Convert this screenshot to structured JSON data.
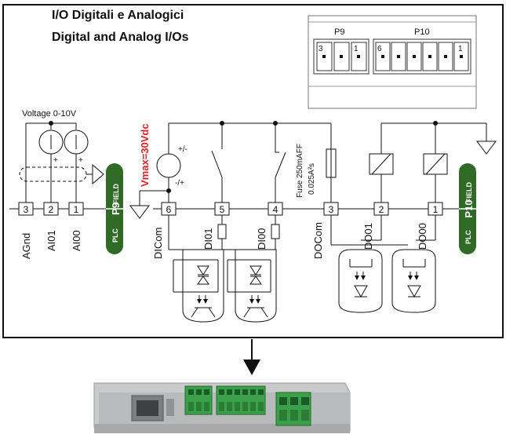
{
  "title": {
    "line1": "I/O  Digitali e Analogici",
    "line2": "Digital and Analog I/Os"
  },
  "connector_top": {
    "p9_label": "P9",
    "p10_label": "P10",
    "p9_pins": [
      "3",
      "",
      "1"
    ],
    "p10_pins": [
      "6",
      "",
      "",
      "",
      "",
      "1"
    ]
  },
  "analog": {
    "voltage_label": "Voltage 0-10V",
    "plus1": "+",
    "plus2": "+",
    "pins": [
      {
        "number": "3",
        "signal": "AGnd"
      },
      {
        "number": "2",
        "signal": "AI01"
      },
      {
        "number": "1",
        "signal": "AI00"
      }
    ],
    "badge_p9": "P9",
    "badge_field": "FIELD",
    "badge_plc": "PLC"
  },
  "digital": {
    "vmax_label": "Vmax=30Vdc",
    "vmax_color": "#e02020",
    "source_plus": "+/-",
    "source_minus": "-/+",
    "fuse_label_1": "Fuse 250mAFF",
    "fuse_label_2": "0.025A²s",
    "pins": [
      {
        "number": "6",
        "signal": "DICom"
      },
      {
        "number": "5",
        "signal": "DI01"
      },
      {
        "number": "4",
        "signal": "DI00"
      },
      {
        "number": "3",
        "signal": "DOCom"
      },
      {
        "number": "2",
        "signal": "DO01"
      },
      {
        "number": "1",
        "signal": "DO00"
      }
    ],
    "badge_p10": "P10",
    "badge_field": "FIELD",
    "badge_plc": "PLC"
  },
  "colors": {
    "badge_green": "#2f6b25",
    "terminal_green": "#3aa14a"
  }
}
